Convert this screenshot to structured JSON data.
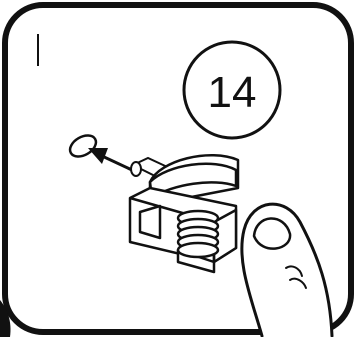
{
  "step": {
    "number": "14"
  },
  "diagram": {
    "line_color": "#111111",
    "background": "#ffffff",
    "icons": [
      "assembly-bracket",
      "spring-coil",
      "direction-arrow",
      "screw-hole",
      "finger-hand"
    ]
  }
}
